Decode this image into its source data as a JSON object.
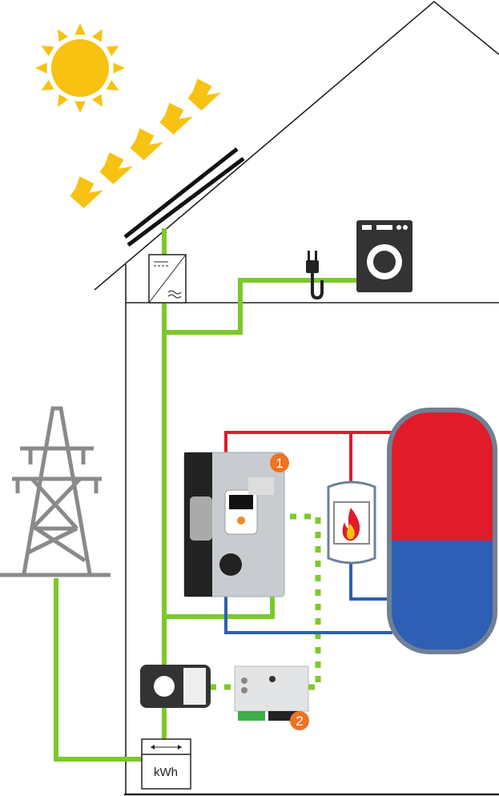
{
  "meter": {
    "label": "kWh"
  },
  "badges": [
    {
      "label": "1"
    },
    {
      "label": "2"
    }
  ],
  "colors": {
    "power_line": "#7dc82a",
    "hot_pipe": "#e21b2b",
    "cold_pipe": "#2e5fb4",
    "sun": "#f7c211",
    "badge": "#ee7322",
    "tank_border": "#6f8096",
    "pylon": "#8a8a8a"
  },
  "icons": [
    "sun-icon",
    "sunlight-arrows-icon",
    "solar-panel-icon",
    "inverter-icon",
    "plug-icon",
    "washing-machine-icon",
    "power-pylon-icon",
    "heater-unit-icon",
    "boiler-flame-icon",
    "hot-water-tank-icon",
    "controller-icon",
    "current-clamp-icon",
    "kwh-meter-icon"
  ]
}
